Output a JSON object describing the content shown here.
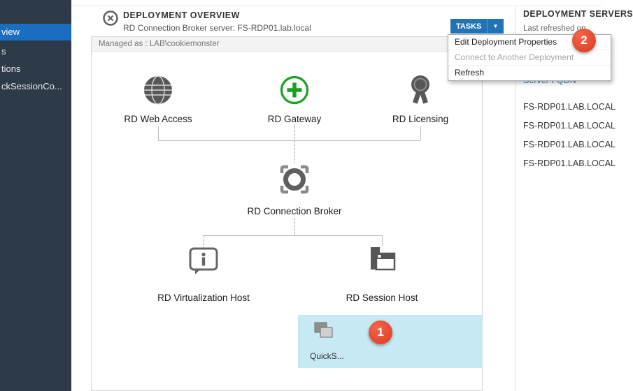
{
  "sidebar": {
    "items": [
      {
        "label": "view",
        "selected": true
      },
      {
        "label": "s",
        "selected": false
      },
      {
        "label": "tions",
        "selected": false
      },
      {
        "label": "ckSessionCo...",
        "selected": false
      }
    ]
  },
  "header": {
    "title": "DEPLOYMENT OVERVIEW",
    "subtitle": "RD Connection Broker server: FS-RDP01.lab.local",
    "tasks_label": "TASKS",
    "tasks_arrow": "▼"
  },
  "tasks_menu": {
    "items": [
      {
        "label": "Edit Deployment Properties",
        "enabled": true
      },
      {
        "label": "Connect to Another Deployment",
        "enabled": false
      },
      {
        "label": "Refresh",
        "enabled": true
      }
    ]
  },
  "diagram": {
    "managed_as": "Managed as : LAB\\cookiemonster",
    "nodes": {
      "web_access": "RD Web Access",
      "gateway": "RD Gateway",
      "licensing": "RD Licensing",
      "broker": "RD Connection Broker",
      "virtualization": "RD Virtualization Host",
      "session_host": "RD Session Host",
      "collection": "QuickS..."
    }
  },
  "right_panel": {
    "title": "DEPLOYMENT SERVERS",
    "refreshed": "Last refreshed on",
    "column_header": "Server FQDN",
    "rows": [
      "FS-RDP01.LAB.LOCAL",
      "FS-RDP01.LAB.LOCAL",
      "FS-RDP01.LAB.LOCAL",
      "FS-RDP01.LAB.LOCAL"
    ]
  },
  "annotations": {
    "badge1": "1",
    "badge2": "2"
  },
  "colors": {
    "accent_blue": "#2173b6",
    "selected_blue": "#1b6dc0",
    "badge_red": "#d93a20",
    "gateway_green": "#15a322",
    "highlight_cyan": "#c7e9f3",
    "sidebar_dark": "#2d3a48"
  }
}
